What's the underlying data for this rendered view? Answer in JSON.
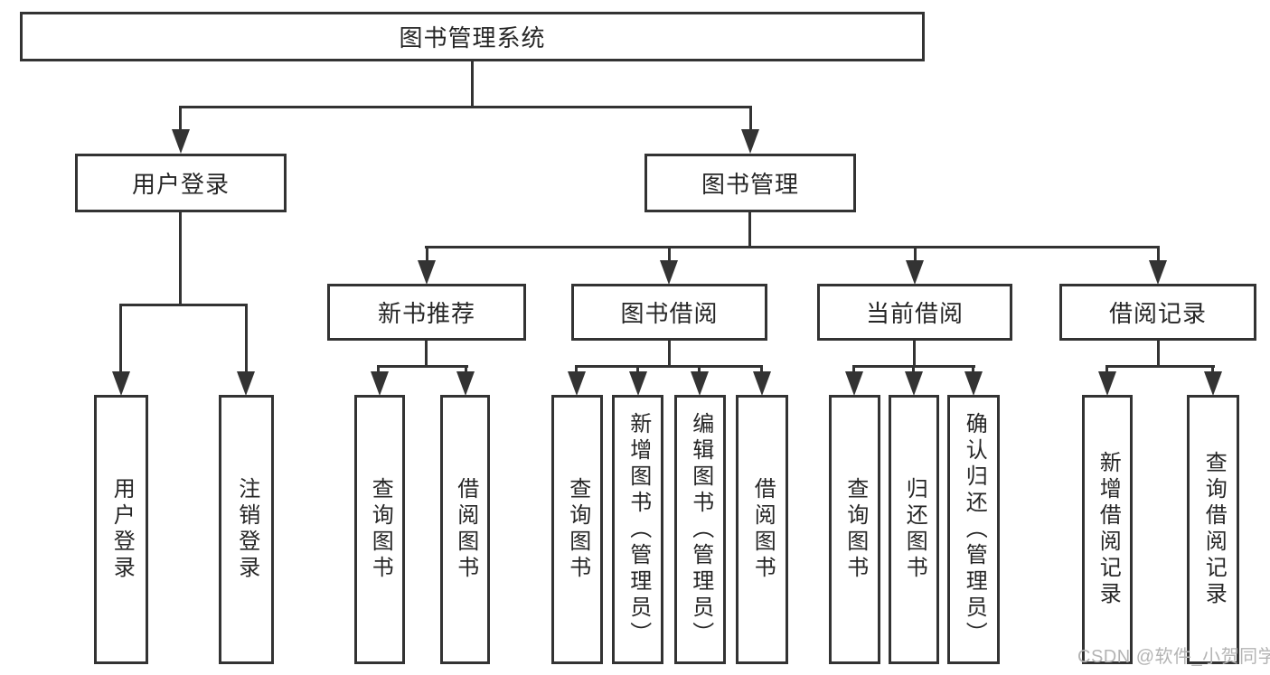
{
  "diagram": {
    "nodes": {
      "root": "图书管理系统",
      "user_login": "用户登录",
      "book_management": "图书管理",
      "new_book_recommend": "新书推荐",
      "book_borrow": "图书借阅",
      "current_borrow": "当前借阅",
      "borrow_record": "借阅记录",
      "leaf_user_login": "用户登录",
      "leaf_logout": "注销登录",
      "leaf_recommend_query_book": "查询图书",
      "leaf_recommend_borrow_book": "借阅图书",
      "leaf_manage_query_book": "查询图书",
      "leaf_manage_add_book": "新增图书（管理员）",
      "leaf_manage_edit_book": "编辑图书（管理员）",
      "leaf_manage_borrow_book": "借阅图书",
      "leaf_current_query_book": "查询图书",
      "leaf_current_return_book": "归还图书",
      "leaf_current_confirm_return": "确认归还（管理员）",
      "leaf_record_add": "新增借阅记录",
      "leaf_record_query": "查询借阅记录"
    },
    "watermark": "CSDN @软件_小贺同学",
    "colors": {
      "line": "#333333",
      "ink": "#262626",
      "watermark": "#b4b4b4",
      "background": "#ffffff"
    }
  }
}
